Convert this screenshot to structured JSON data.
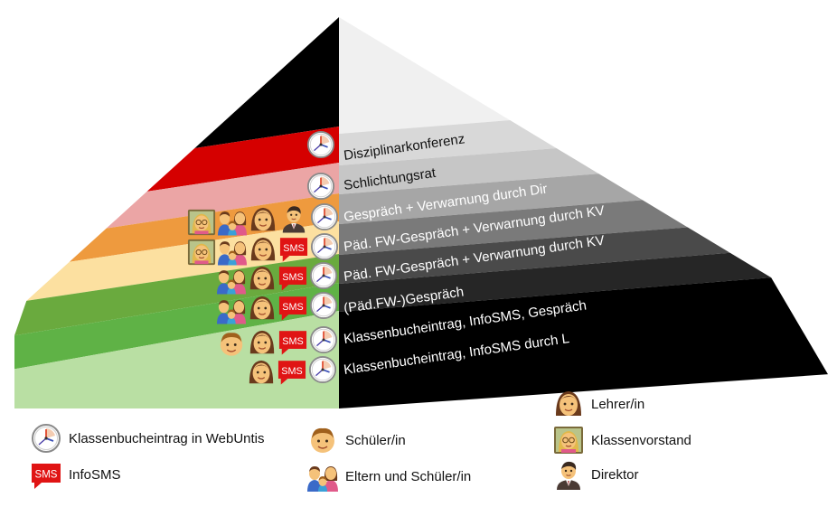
{
  "pyramid": {
    "levels": [
      {
        "label": "Disziplinarkonferenz",
        "left_color": "#000000",
        "right_color": "#f0f0f0",
        "text_color": "#111111",
        "icons": [
          "clock-icon"
        ]
      },
      {
        "label": "Schlichtungsrat",
        "left_color": "#d50000",
        "right_color": "#d8d8d8",
        "text_color": "#111111",
        "icons": [
          "clock-icon"
        ]
      },
      {
        "label": "Gespräch + Verwarnung durch Dir",
        "left_color": "#eba5a5",
        "right_color": "#c6c6c6",
        "text_color": "#ffffff",
        "icons": [
          "class-teacher-icon",
          "parents-student-icon",
          "teacher-icon",
          "director-icon",
          "clock-icon"
        ]
      },
      {
        "label": "Päd. FW-Gespräch + Verwarnung durch KV",
        "left_color": "#ee9a3e",
        "right_color": "#a6a6a6",
        "text_color": "#ffffff",
        "icons": [
          "class-teacher-icon",
          "parents-student-icon",
          "teacher-icon",
          "sms-icon",
          "clock-icon"
        ]
      },
      {
        "label": "Päd. FW-Gespräch + Verwarnung durch KV",
        "left_color": "#fce0a0",
        "right_color": "#7a7a7a",
        "text_color": "#ffffff",
        "icons": [
          "parents-student-icon",
          "teacher-icon",
          "sms-icon",
          "clock-icon"
        ]
      },
      {
        "label": "(Päd.FW-)Gespräch",
        "left_color": "#6aaa3e",
        "right_color": "#4a4a4a",
        "text_color": "#ffffff",
        "icons": [
          "parents-student-icon",
          "teacher-icon",
          "sms-icon",
          "clock-icon"
        ]
      },
      {
        "label": "Klassenbucheintrag, InfoSMS, Gespräch",
        "left_color": "#5fb246",
        "right_color": "#262626",
        "text_color": "#ffffff",
        "icons": [
          "student-icon",
          "teacher-icon",
          "sms-icon",
          "clock-icon"
        ]
      },
      {
        "label": "Klassenbucheintrag, InfoSMS durch L",
        "left_color": "#b9dfa3",
        "right_color": "#000000",
        "text_color": "#ffffff",
        "icons": [
          "teacher-icon",
          "sms-icon",
          "clock-icon"
        ]
      }
    ]
  },
  "legend": {
    "items": [
      {
        "icon": "clock-icon",
        "label": "Klassenbucheintrag in WebUntis"
      },
      {
        "icon": "sms-icon",
        "label": "InfoSMS"
      },
      {
        "icon": "student-icon",
        "label": "Schüler/in"
      },
      {
        "icon": "parents-student-icon",
        "label": "Eltern und Schüler/in"
      },
      {
        "icon": "teacher-icon",
        "label": "Lehrer/in"
      },
      {
        "icon": "class-teacher-icon",
        "label": "Klassenvorstand"
      },
      {
        "icon": "director-icon",
        "label": "Direktor"
      }
    ]
  },
  "sms_text": "SMS"
}
